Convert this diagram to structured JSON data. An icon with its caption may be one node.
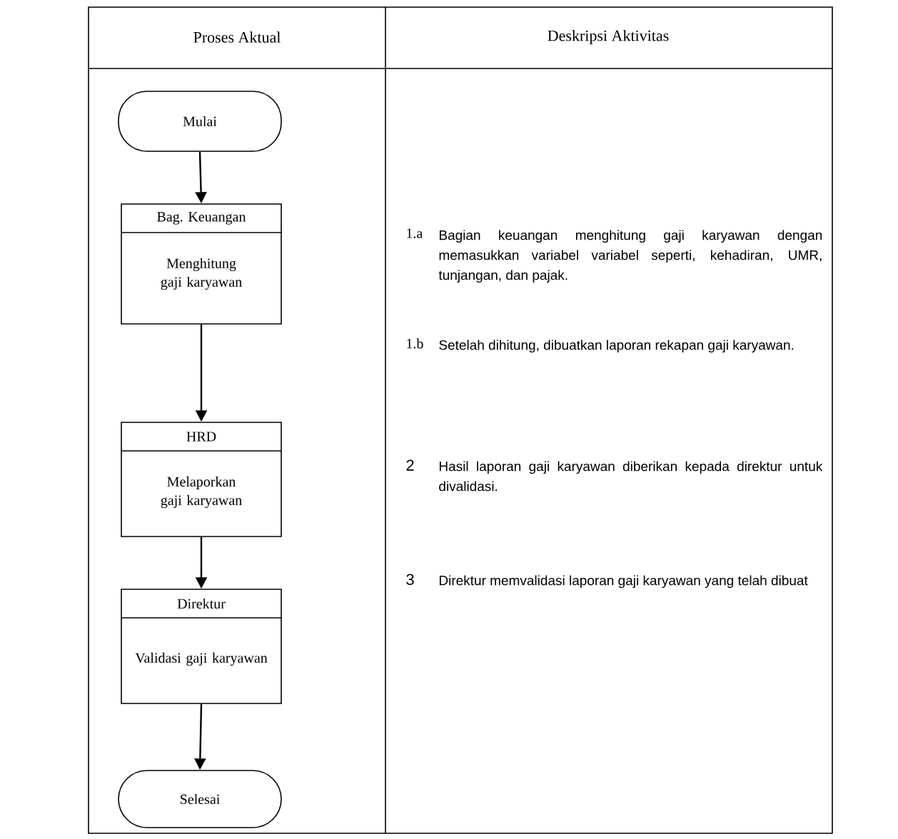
{
  "diagram": {
    "nodes": [
      {
        "text": [
          "Mulai"
        ]
      },
      {
        "text": [
          "Bag. Keuangan",
          "Menghitung gaji karyawan"
        ]
      },
      {
        "text": [
          "HRD",
          "Melaporkan gaji karyawan"
        ]
      },
      {
        "text": [
          "Direktur",
          "Validasi gaji karyawan"
        ]
      },
      {
        "text": [
          "Selesai"
        ]
      }
    ],
    "edges": [
      {
        "from": 0,
        "to": 1,
        "arrow": "to"
      },
      {
        "from": 1,
        "to": 2,
        "arrow": "to"
      },
      {
        "from": 2,
        "to": 3,
        "arrow": "to"
      },
      {
        "from": 3,
        "to": 4,
        "arrow": "to"
      }
    ],
    "labels": [
      "Proses Aktual",
      "Deskripsi Aktivitas",
      "1.a",
      "Bagian keuangan menghitung gaji karyawan dengan memasukkan variabel variabel seperti, kehadiran, UMR, tunjangan, dan pajak.",
      "1.b",
      "Setelah dihitung, dibuatkan laporan rekapan gaji karyawan.",
      "2",
      "Hasil laporan gaji karyawan diberikan kepada direktur untuk divalidasi.",
      "3",
      "Direktur memvalidasi laporan gaji karyawan yang telah dibuat"
    ]
  }
}
